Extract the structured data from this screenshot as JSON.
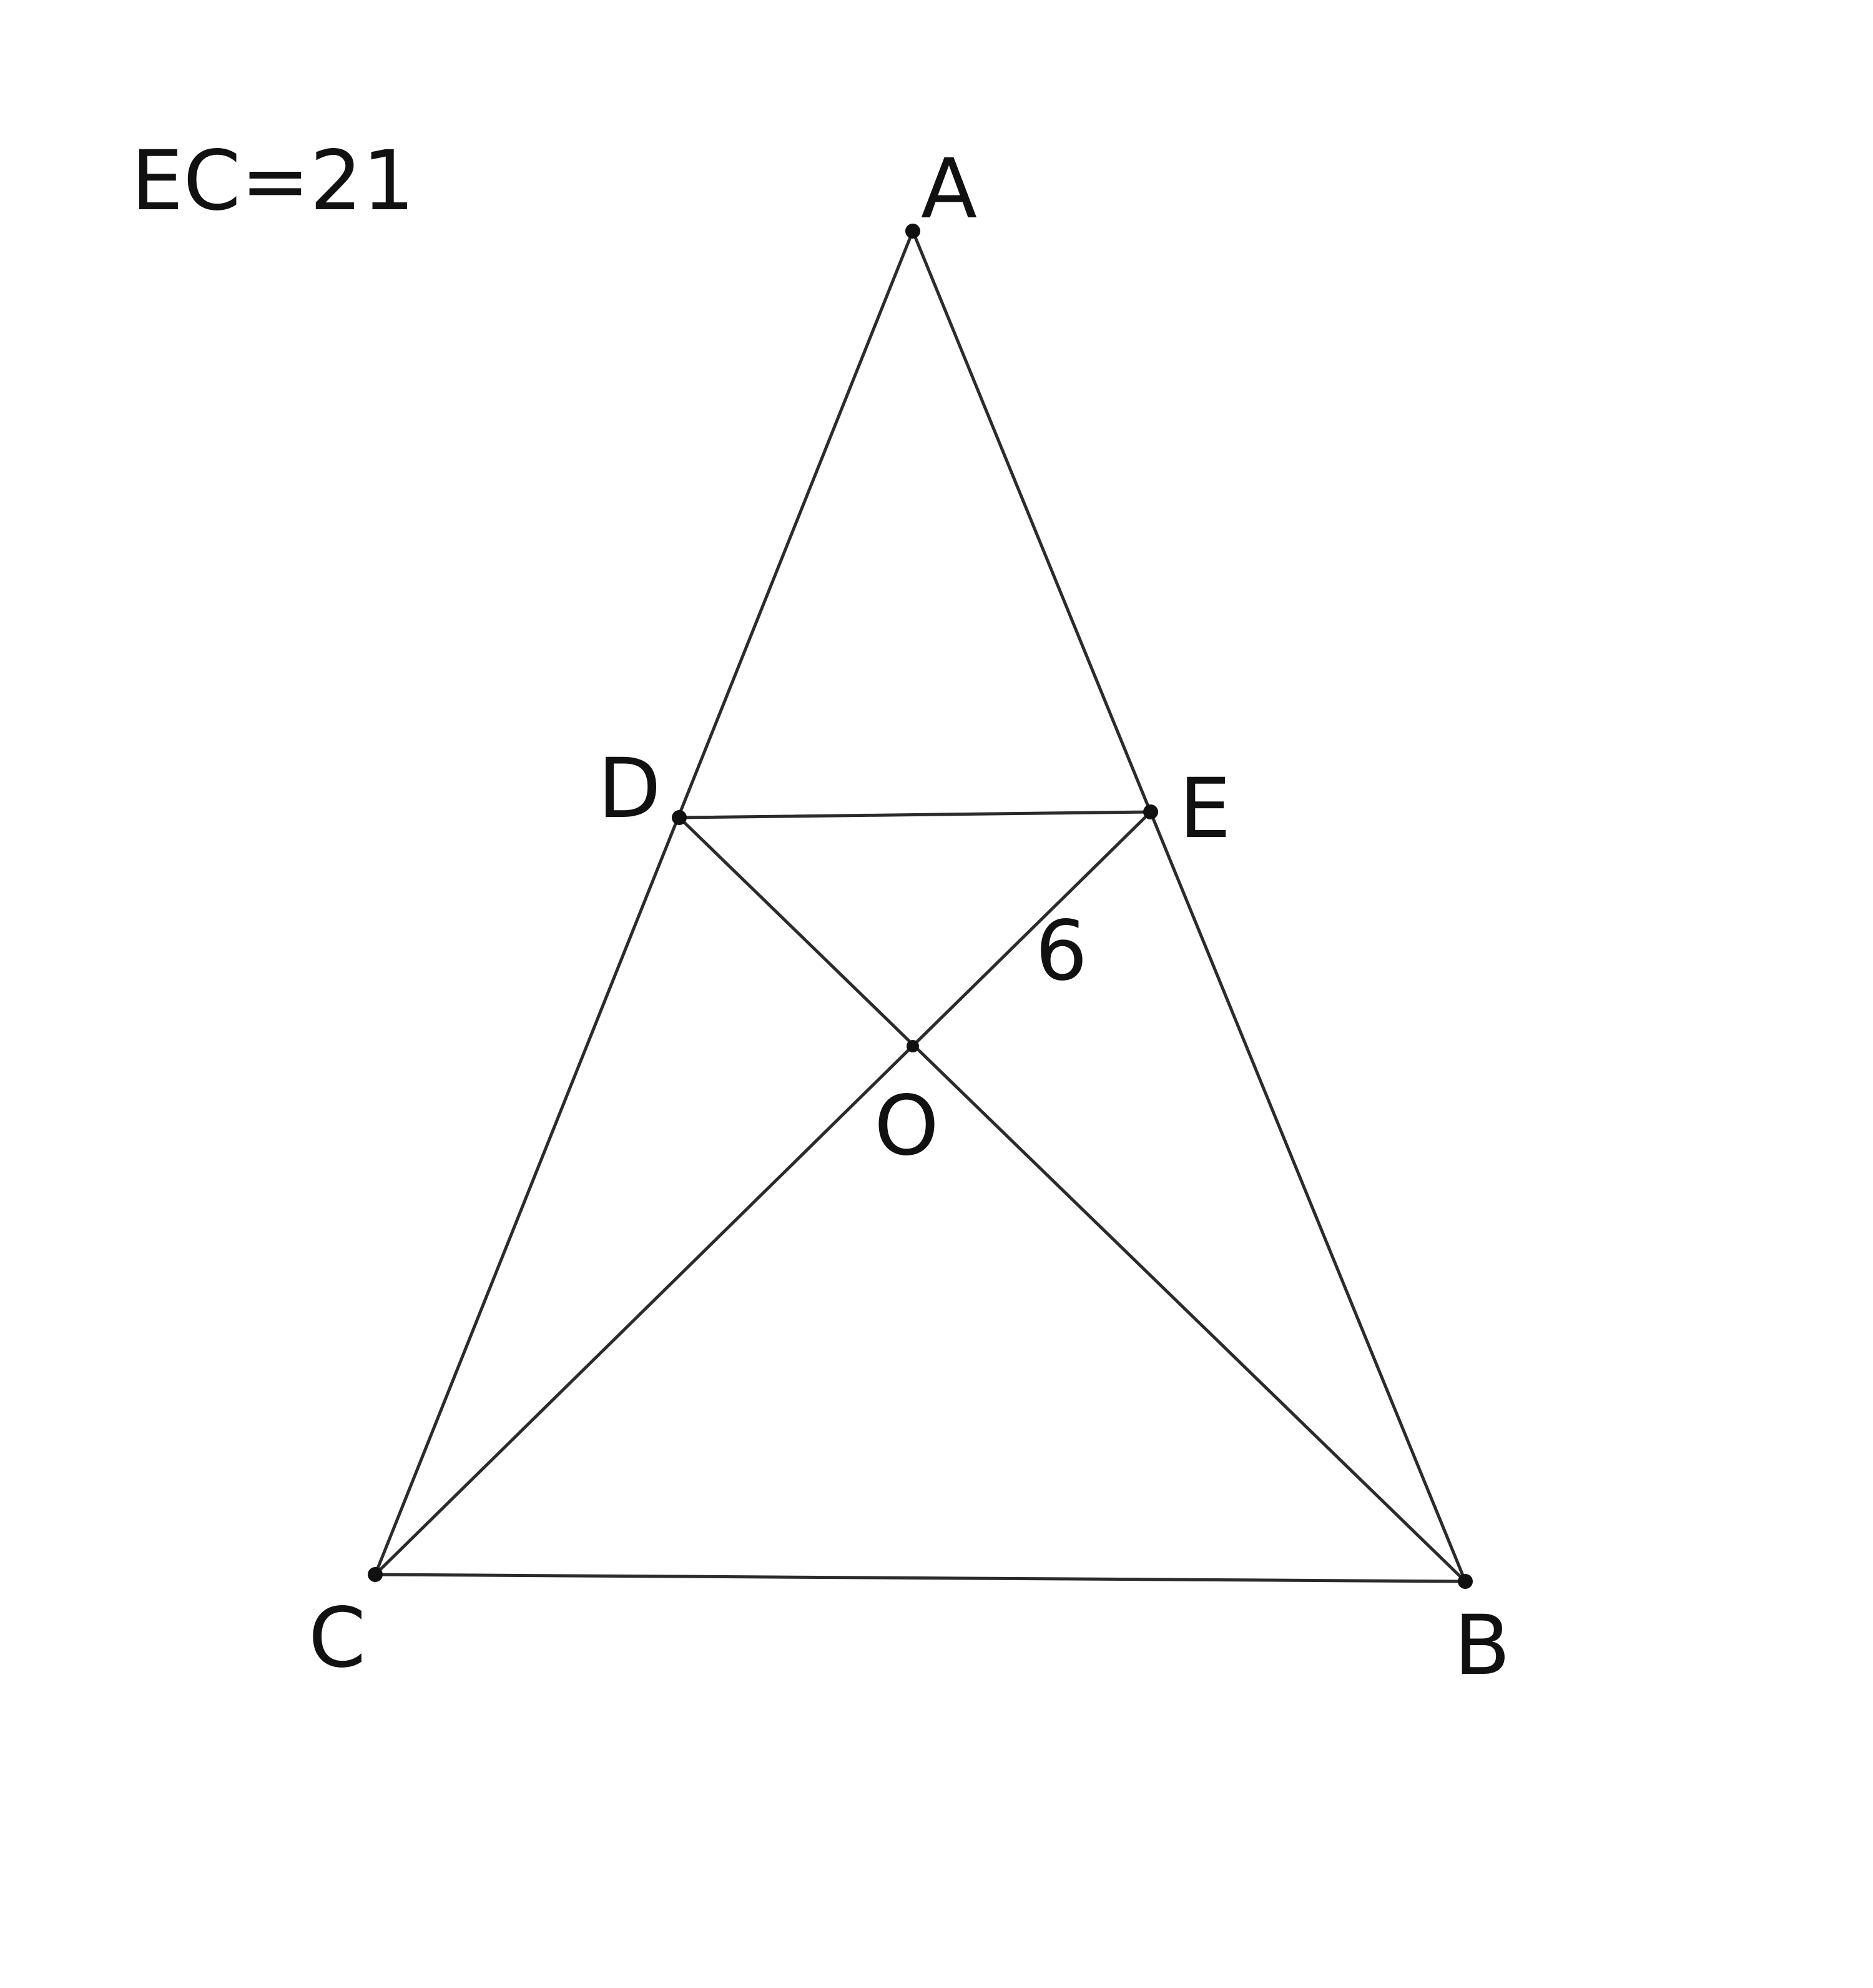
{
  "given_text": "EC=21",
  "points": [
    {
      "id": "A",
      "label": "A"
    },
    {
      "id": "D",
      "label": "D"
    },
    {
      "id": "E",
      "label": "E"
    },
    {
      "id": "O",
      "label": "O"
    },
    {
      "id": "C",
      "label": "C"
    },
    {
      "id": "B",
      "label": "B"
    }
  ],
  "segments": [
    {
      "id": "AC",
      "from": "A",
      "to": "C"
    },
    {
      "id": "AB",
      "from": "A",
      "to": "B"
    },
    {
      "id": "DE",
      "from": "D",
      "to": "E"
    },
    {
      "id": "CB",
      "from": "C",
      "to": "B"
    },
    {
      "id": "DB",
      "from": "D",
      "to": "B"
    },
    {
      "id": "EC",
      "from": "E",
      "to": "C"
    }
  ],
  "measure_labels": [
    {
      "id": "EO",
      "text": "6"
    }
  ],
  "colors": {
    "line": "#2b2b2b",
    "point": "#111111",
    "text": "#111111",
    "background": "#ffffff"
  }
}
